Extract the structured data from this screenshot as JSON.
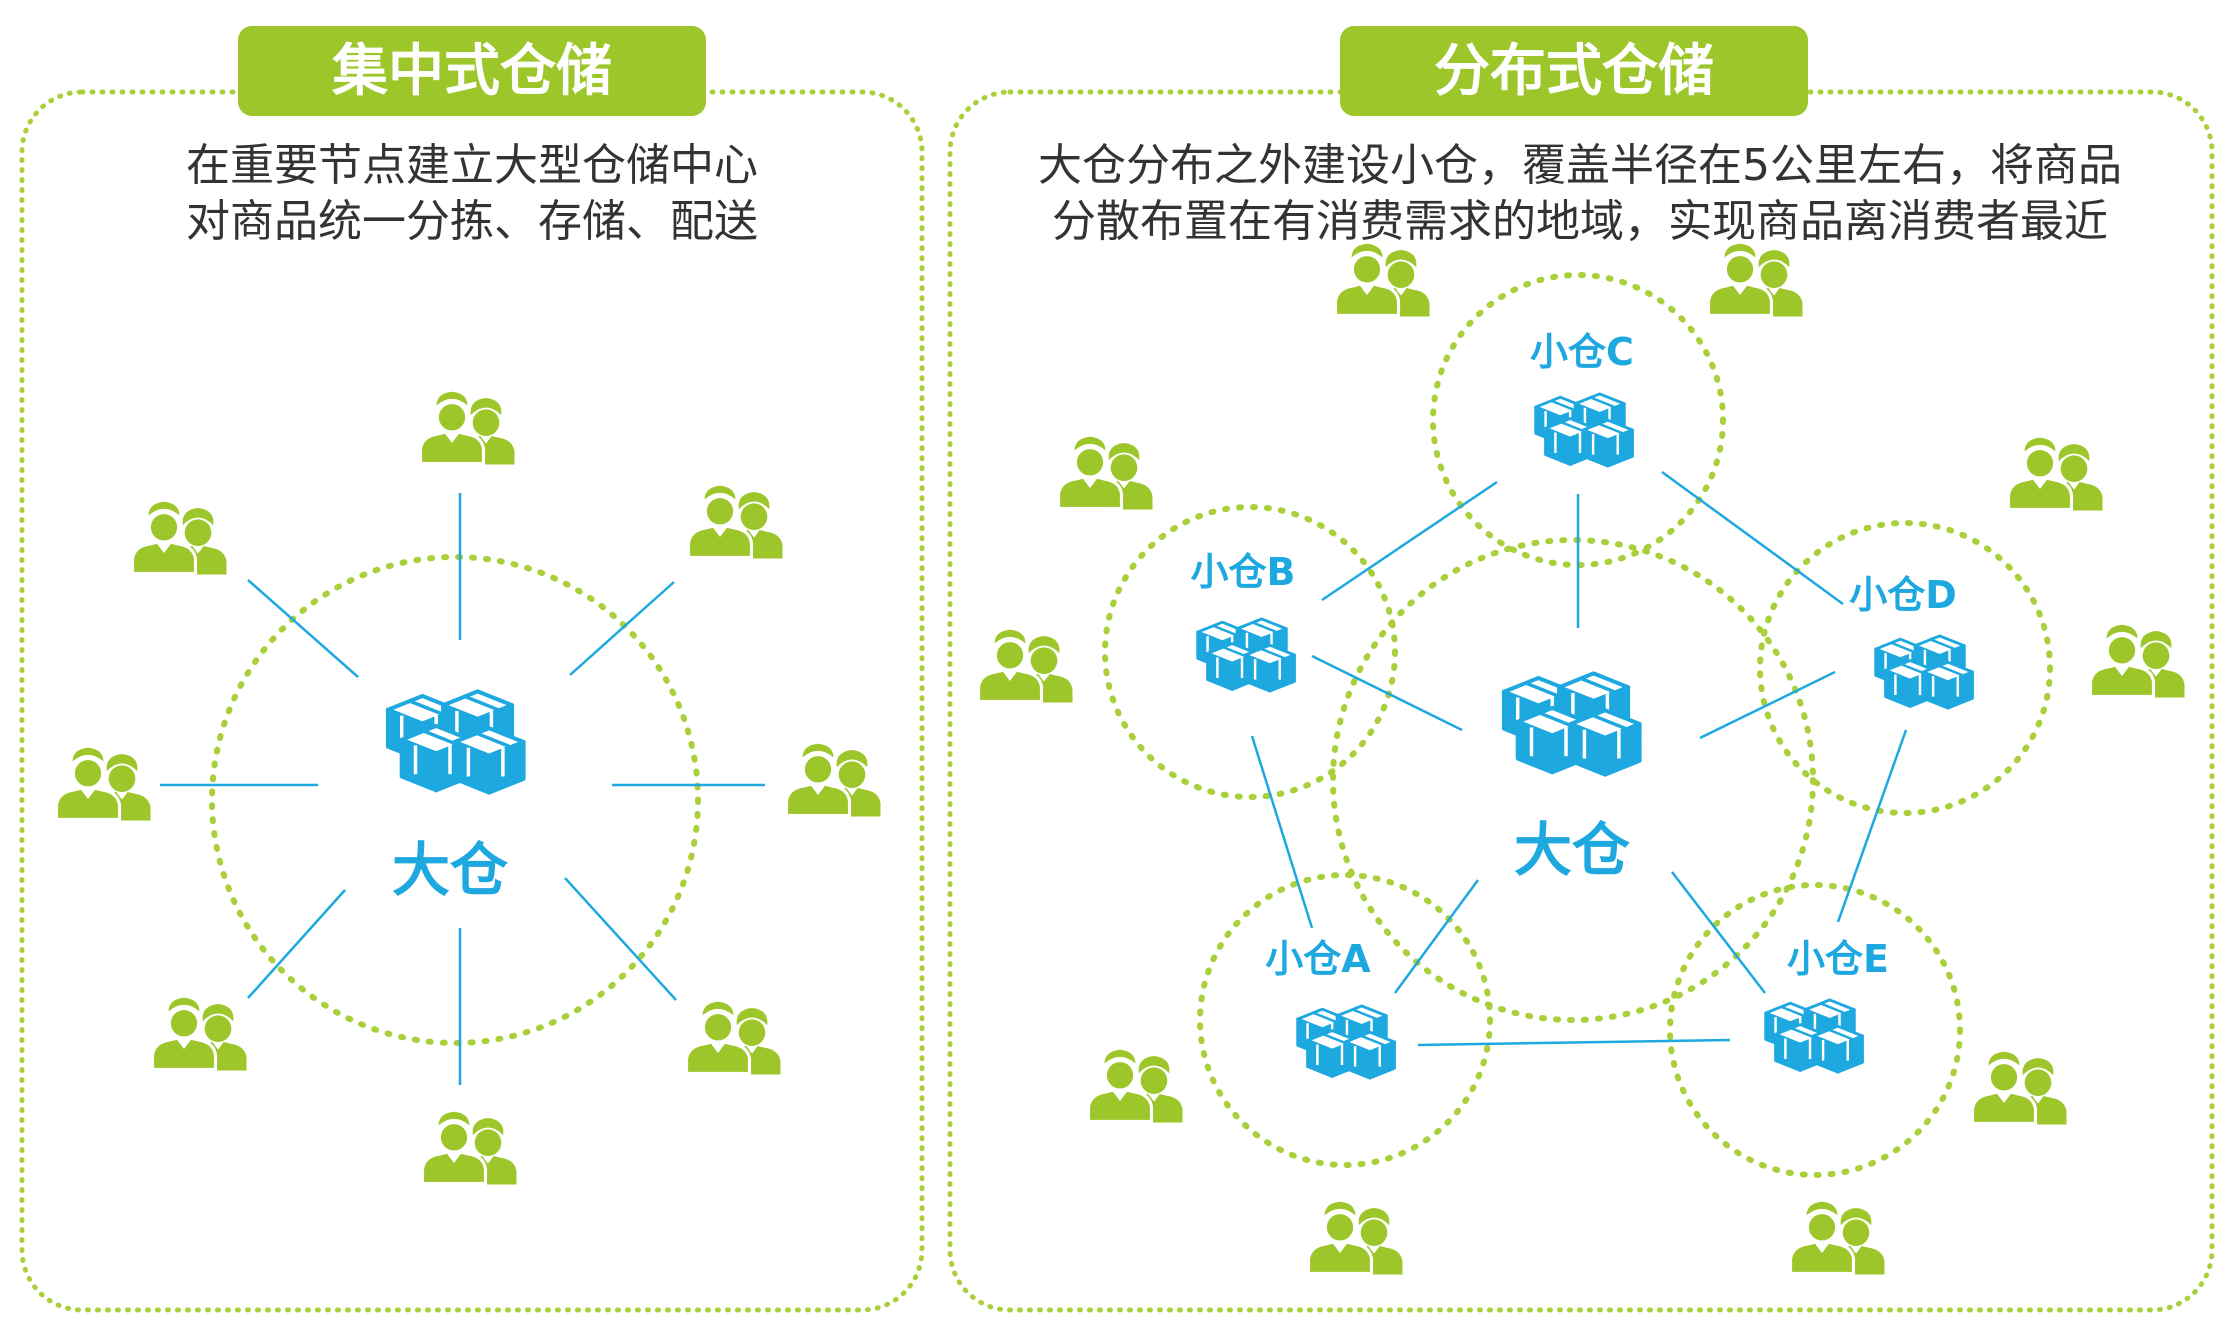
{
  "colors": {
    "green": "#9cc62a",
    "blue": "#1ea8e0",
    "text": "#333333",
    "dotted": "#a9d03b"
  },
  "icons": {
    "people": "people-icon",
    "boxes": "warehouse-boxes-icon"
  },
  "left_panel": {
    "title": "集中式仓储",
    "desc_line1": "在重要节点建立大型仓储中心",
    "desc_line2": "对商品统一分拣、存储、配送",
    "hub_label": "大仓"
  },
  "right_panel": {
    "title": "分布式仓储",
    "desc_line1": "大仓分布之外建设小仓，覆盖半径在5公里左右，将商品",
    "desc_line2": "分散布置在有消费需求的地域，实现商品离消费者最近",
    "hub_label": "大仓",
    "nodes": [
      {
        "id": "A",
        "label": "小仓A"
      },
      {
        "id": "B",
        "label": "小仓B"
      },
      {
        "id": "C",
        "label": "小仓C"
      },
      {
        "id": "D",
        "label": "小仓D"
      },
      {
        "id": "E",
        "label": "小仓E"
      }
    ]
  }
}
